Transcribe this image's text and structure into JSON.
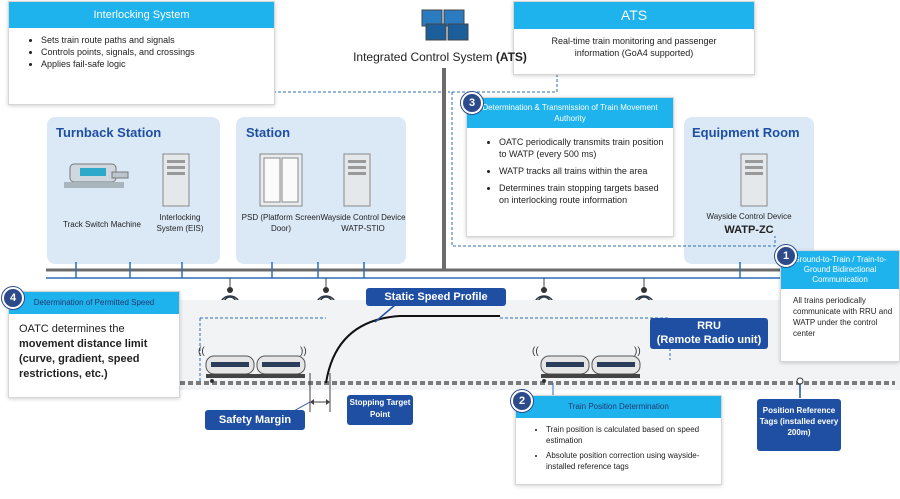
{
  "interlocking": {
    "title": "Interlocking System",
    "bullets": [
      "Sets train route paths and signals",
      "Controls points, signals, and crossings",
      "Applies fail-safe logic"
    ]
  },
  "ats": {
    "title": "ATS",
    "desc": "Real-time train monitoring and passenger information (GoA4 supported)"
  },
  "control_center": {
    "label_prefix": "Integrated Control System ",
    "label_bold": "(ATS)"
  },
  "turnback": {
    "title": "Turnback Station",
    "device1": "Track Switch Machine",
    "device2": "Interlocking System (EIS)"
  },
  "station": {
    "title": "Station",
    "device1": "PSD (Platform Screen Door)",
    "device2": "Wayside Control Device WATP-STIO"
  },
  "step3": {
    "num": "3",
    "title": "Determination & Transmission of Train Movement Authority",
    "bullets": [
      "OATC periodically transmits train position to WATP (every 500 ms)",
      "WATP tracks all trains within the area",
      "Determines train stopping targets based on interlocking route information"
    ]
  },
  "equipment": {
    "title": "Equipment Room",
    "device": "Wayside Control Device",
    "device_bold": "WATP-ZC"
  },
  "step1": {
    "num": "1",
    "title": "Ground-to-Train / Train-to-Ground Bidirectional Communication",
    "body": "All trains periodically communicate with RRU and WATP under the control center"
  },
  "step4": {
    "num": "4",
    "title": "Determination of Permitted Speed",
    "body_prefix": "OATC determines the",
    "body_bold": "movement distance limit (curve, gradient, speed restrictions, etc.)"
  },
  "labels": {
    "static_speed": "Static Speed Profile",
    "rru_line1": "RRU",
    "rru_line2": "(Remote Radio unit)",
    "safety_margin": "Safety Margin",
    "stopping_target": "Stopping Target Point"
  },
  "step2": {
    "num": "2",
    "title": "Train Position Determination",
    "bullets": [
      "Train position is calculated based on speed estimation",
      "Absolute position correction using wayside-installed reference tags"
    ]
  },
  "position_tags": "Position Reference Tags (installed every 200m)",
  "colors": {
    "accent": "#1fb3ee",
    "dark_blue": "#1e4fa3",
    "navy": "#2d4a8a",
    "panel": "#dbe9f7"
  }
}
